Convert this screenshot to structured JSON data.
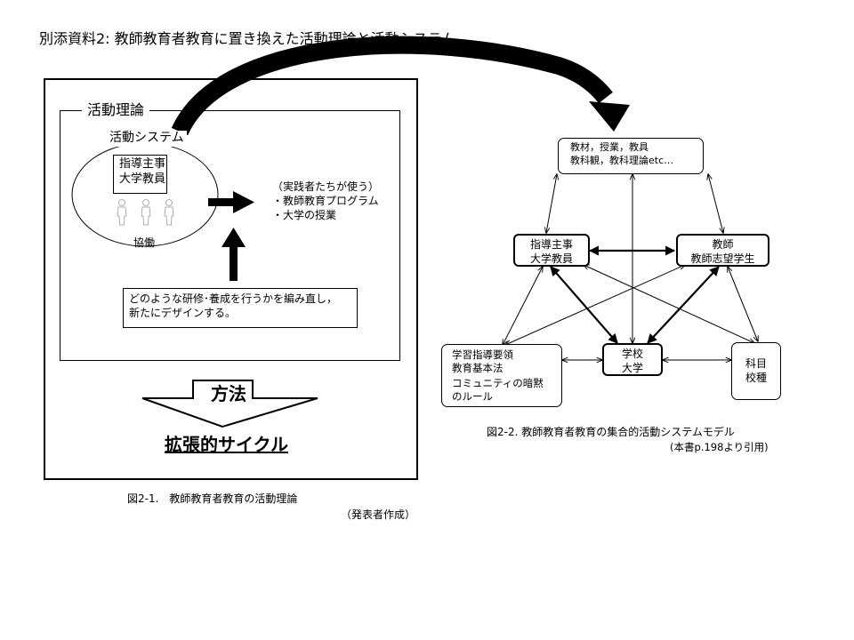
{
  "title": "別添資料2: 教師教育者教育に置き換えた活動理論と活動システム",
  "left": {
    "theory_label": "活動理論",
    "system_label": "活動システム",
    "actor_lines": [
      "指導主事",
      "大学教員"
    ],
    "collab_label": "協働",
    "outcome_lines": [
      "（実践者たちが使う）",
      "・教師教育プログラム",
      "・大学の授業"
    ],
    "redesign_lines": [
      "どのような研修･養成を行うかを編み直し，",
      "新たにデザインする。"
    ],
    "method_label": "方法",
    "cycle_label": "拡張的サイクル",
    "caption": "図2-1.　教師教育者教育の活動理論",
    "credit": "（発表者作成）"
  },
  "right": {
    "tools_lines": [
      "教材，授業，教具",
      "教科観，教科理論etc…"
    ],
    "subject_lines": [
      "指導主事",
      "大学教員"
    ],
    "object_lines": [
      "教師",
      "教師志望学生"
    ],
    "rules_lines": [
      "学習指導要領",
      "教育基本法",
      "コミュニティの暗黙",
      "のルール"
    ],
    "community_lines": [
      "学校",
      "大学"
    ],
    "division_lines": [
      "科目",
      "校種"
    ],
    "caption": "図2-2. 教師教育者教育の集合的活動システムモデル",
    "citation": "(本書p.198より引用)"
  }
}
